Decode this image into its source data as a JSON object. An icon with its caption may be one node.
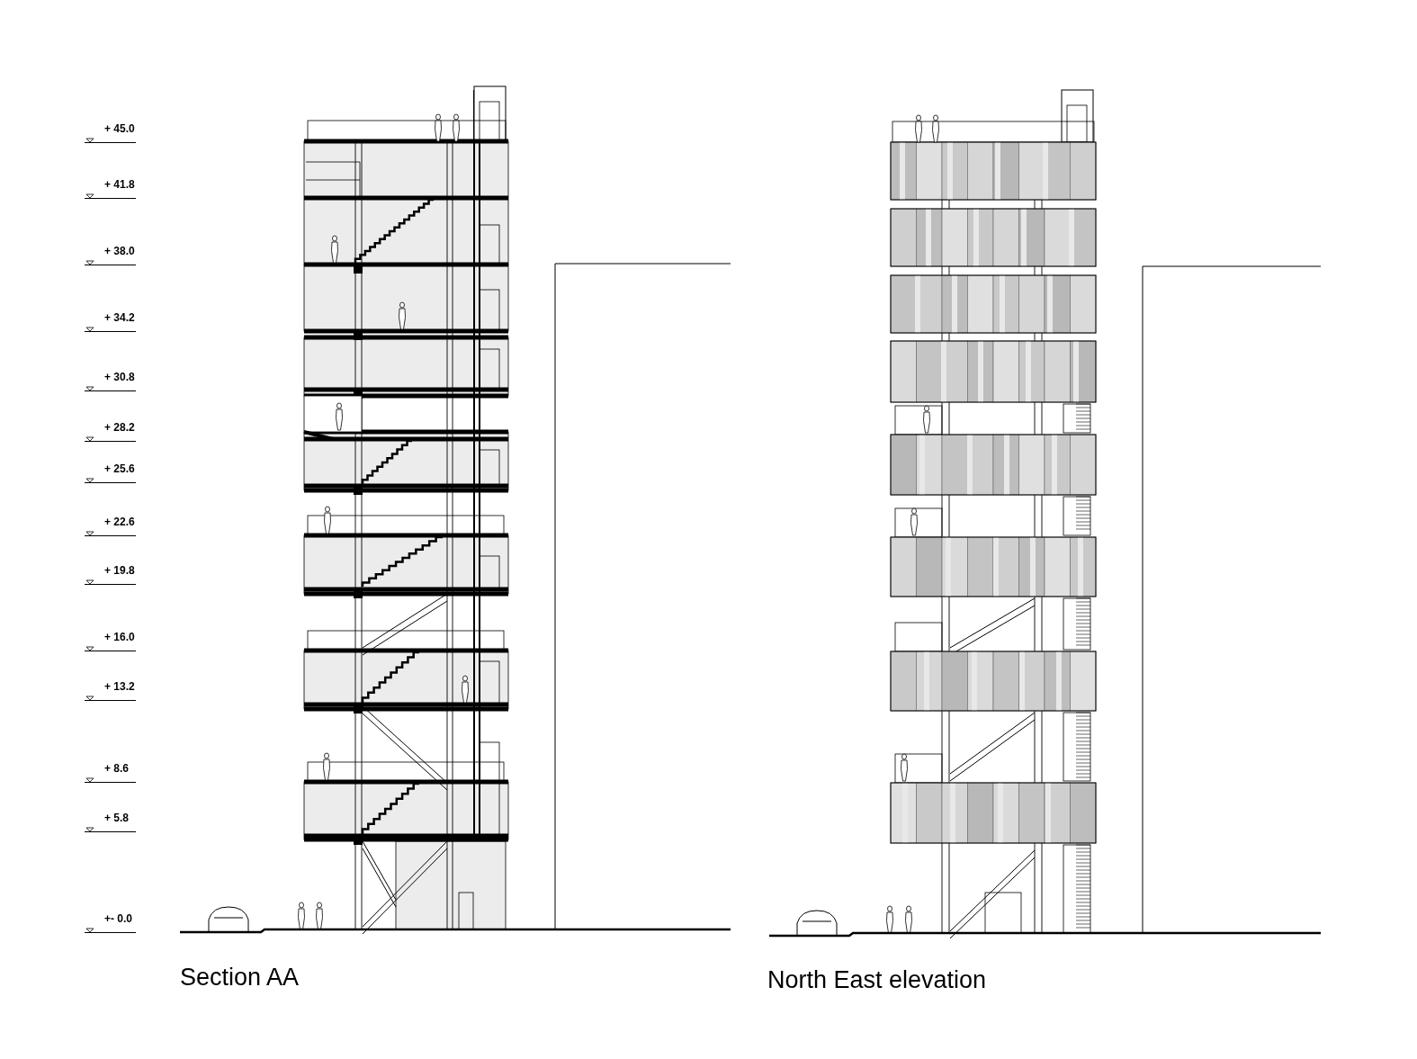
{
  "diagram": {
    "labels": [
      "+ 45.0",
      "+ 41.8",
      "+ 38.0",
      "+ 34.2",
      "+ 30.8",
      "+ 28.2",
      "+ 25.6",
      "+ 22.6",
      "+ 19.8",
      "+ 16.0",
      "+ 13.2",
      "+ 8.6",
      "+ 5.8",
      "+- 0.0",
      "Section AA",
      "North East elevation"
    ]
  }
}
